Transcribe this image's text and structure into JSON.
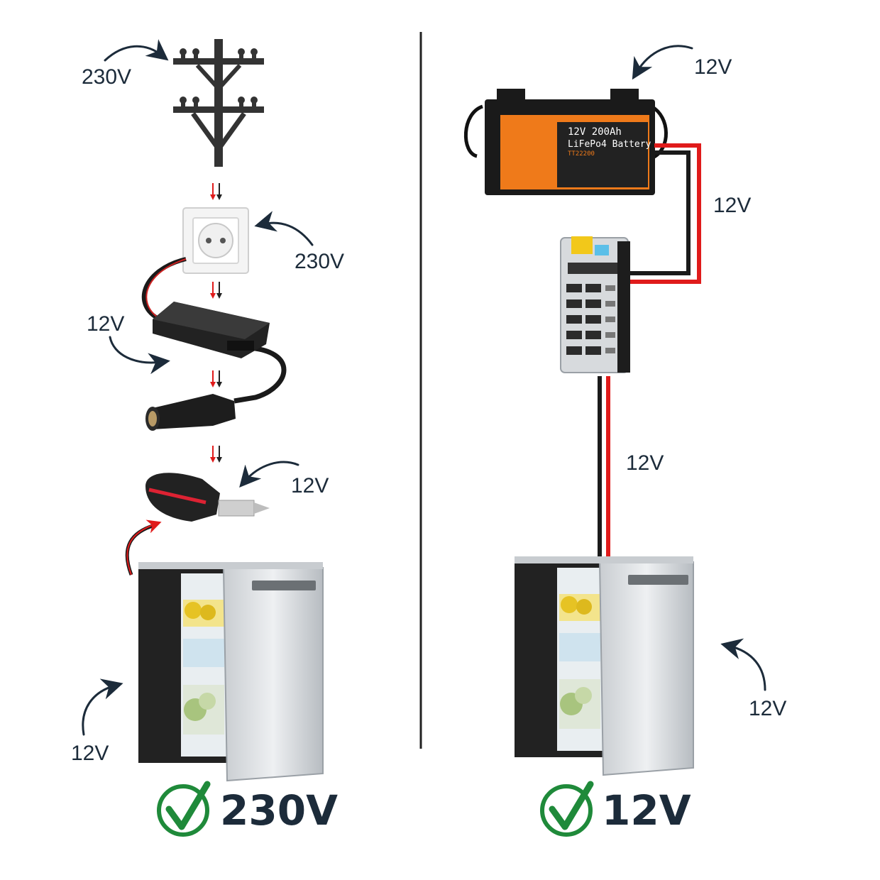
{
  "left_panel": {
    "labels": {
      "power_pole": "230V",
      "wall_socket": "230V",
      "adapter": "12V",
      "plug": "12V",
      "fridge": "12V"
    },
    "result": "230V"
  },
  "right_panel": {
    "labels": {
      "battery": "12V",
      "battery_cable": "12V",
      "fridge_cable": "12V",
      "fridge": "12V"
    },
    "battery": {
      "line1": "12V 200Ah",
      "line2": "LiFePo4 Battery",
      "line3": "TT22200"
    },
    "result": "12V"
  },
  "colors": {
    "text": "#1c2b3a",
    "check": "#1f8a3a",
    "wire_red": "#e01b1b",
    "wire_black": "#1a1a1a",
    "battery_orange": "#ef7a1a"
  },
  "icons": [
    "power-pole-icon",
    "wall-socket-icon",
    "power-adapter-icon",
    "car-socket-icon",
    "car-plug-icon",
    "fridge-icon",
    "battery-icon",
    "fuse-box-icon",
    "checkmark-icon",
    "curved-arrow-icon"
  ]
}
